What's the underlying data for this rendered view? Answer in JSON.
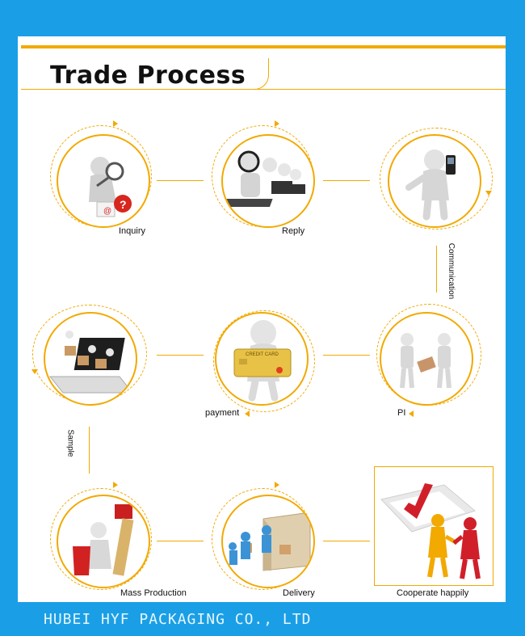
{
  "title": "Trade Process",
  "steps": [
    {
      "label": "Inquiry",
      "icon": "magnifier-figure-icon"
    },
    {
      "label": "Reply",
      "icon": "call-center-icon"
    },
    {
      "label": "Communication",
      "icon": "phone-figure-icon"
    },
    {
      "label": "PI",
      "icon": "handshake-contract-icon"
    },
    {
      "label": "payment",
      "icon": "credit-card-figure-icon"
    },
    {
      "label": "Sample",
      "icon": "laptop-boxes-icon"
    },
    {
      "label": "Mass Production",
      "icon": "paint-bucket-figure-icon"
    },
    {
      "label": "Delivery",
      "icon": "truck-loading-icon"
    },
    {
      "label": "Cooperate happily",
      "icon": "checkmark-handshake-icon"
    }
  ],
  "card_text": "CREDIT CARD",
  "footer": "HUBEI HYF PACKAGING CO., LTD",
  "colors": {
    "background": "#1a9fe6",
    "accent": "#f2a900",
    "panel": "#ffffff"
  }
}
